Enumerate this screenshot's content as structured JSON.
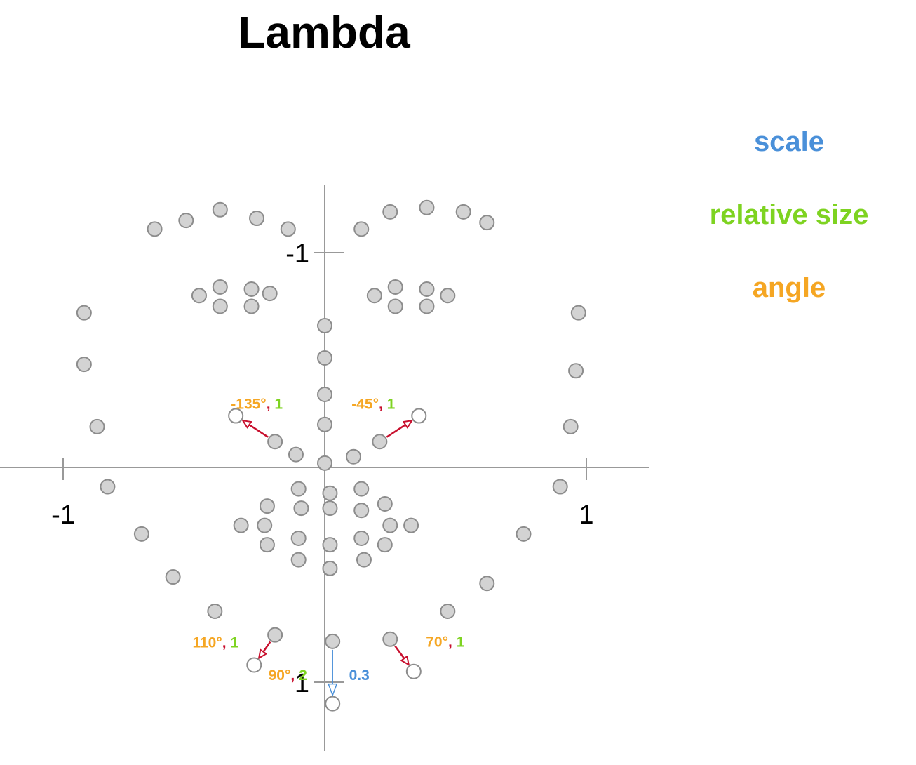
{
  "title": "Lambda",
  "legend": {
    "scale": {
      "label": "scale",
      "color": "#4a90d9"
    },
    "relative_size": {
      "label": "relative size",
      "color": "#7ed321"
    },
    "angle": {
      "label": "angle",
      "color": "#f5a623"
    }
  },
  "axes": {
    "x_ticks": [
      {
        "value": -1,
        "label": "-1"
      },
      {
        "value": 1,
        "label": "1"
      }
    ],
    "y_ticks": [
      {
        "value": -1,
        "label": "-1"
      },
      {
        "value": 1,
        "label": "1"
      }
    ],
    "y_inverted": true
  },
  "colors": {
    "point_fill": "#d3d3d3",
    "point_stroke": "#8c8c8c",
    "arrow_red": "#c8102e",
    "arrow_blue": "#4a90d9",
    "axis": "#999999"
  },
  "points": [
    [
      -0.65,
      -1.11
    ],
    [
      -0.53,
      -1.15
    ],
    [
      -0.4,
      -1.2
    ],
    [
      -0.26,
      -1.16
    ],
    [
      -0.14,
      -1.11
    ],
    [
      0.14,
      -1.11
    ],
    [
      0.25,
      -1.19
    ],
    [
      0.39,
      -1.21
    ],
    [
      0.53,
      -1.19
    ],
    [
      0.62,
      -1.14
    ],
    [
      -0.48,
      -0.8
    ],
    [
      -0.4,
      -0.84
    ],
    [
      -0.4,
      -0.75
    ],
    [
      -0.28,
      -0.83
    ],
    [
      -0.28,
      -0.75
    ],
    [
      -0.21,
      -0.81
    ],
    [
      0.19,
      -0.8
    ],
    [
      0.27,
      -0.84
    ],
    [
      0.27,
      -0.75
    ],
    [
      0.39,
      -0.83
    ],
    [
      0.39,
      -0.75
    ],
    [
      0.47,
      -0.8
    ],
    [
      -0.92,
      -0.72
    ],
    [
      -0.92,
      -0.48
    ],
    [
      -0.87,
      -0.19
    ],
    [
      -0.83,
      0.09
    ],
    [
      0.97,
      -0.72
    ],
    [
      0.96,
      -0.45
    ],
    [
      0.94,
      -0.19
    ],
    [
      0.9,
      0.09
    ],
    [
      0,
      -0.66
    ],
    [
      0,
      -0.51
    ],
    [
      0,
      -0.34
    ],
    [
      0,
      -0.2
    ],
    [
      0,
      -0.02
    ],
    [
      -0.19,
      -0.12
    ],
    [
      -0.11,
      -0.06
    ],
    [
      0.11,
      -0.05
    ],
    [
      0.21,
      -0.12
    ],
    [
      -0.1,
      0.1
    ],
    [
      0.02,
      0.12
    ],
    [
      0.14,
      0.1
    ],
    [
      -0.22,
      0.18
    ],
    [
      -0.09,
      0.19
    ],
    [
      0.02,
      0.19
    ],
    [
      0.14,
      0.2
    ],
    [
      0.23,
      0.17
    ],
    [
      -0.32,
      0.27
    ],
    [
      -0.23,
      0.27
    ],
    [
      0.25,
      0.27
    ],
    [
      0.33,
      0.27
    ],
    [
      -0.22,
      0.36
    ],
    [
      -0.1,
      0.33
    ],
    [
      0.02,
      0.36
    ],
    [
      0.14,
      0.33
    ],
    [
      0.23,
      0.36
    ],
    [
      -0.1,
      0.43
    ],
    [
      0.02,
      0.47
    ],
    [
      0.15,
      0.43
    ],
    [
      -0.7,
      0.31
    ],
    [
      -0.58,
      0.51
    ],
    [
      -0.42,
      0.67
    ],
    [
      -0.19,
      0.78
    ],
    [
      0.76,
      0.31
    ],
    [
      0.62,
      0.54
    ],
    [
      0.47,
      0.67
    ],
    [
      0.25,
      0.8
    ],
    [
      0.03,
      0.81
    ]
  ],
  "highlight_points": [
    {
      "from": [
        -0.19,
        -0.12
      ],
      "to": [
        -0.34,
        -0.24
      ],
      "angle": "-135°",
      "size": "1"
    },
    {
      "from": [
        0.21,
        -0.12
      ],
      "to": [
        0.36,
        -0.24
      ],
      "angle": "-45°",
      "size": "1"
    },
    {
      "from": [
        -0.19,
        0.78
      ],
      "to": [
        -0.27,
        0.92
      ],
      "angle": "110°",
      "size": "1"
    },
    {
      "from": [
        0.25,
        0.8
      ],
      "to": [
        0.34,
        0.95
      ],
      "angle": "70°",
      "size": "1"
    }
  ],
  "scale_vector": {
    "from": [
      0.03,
      0.81
    ],
    "to": [
      0.03,
      1.1
    ],
    "angle": "90°",
    "size": "2",
    "scale": "0.3"
  }
}
